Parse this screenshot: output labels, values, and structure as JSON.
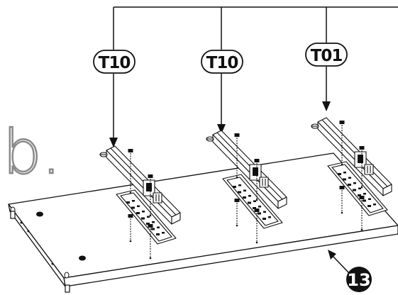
{
  "step": {
    "letter": "b."
  },
  "callouts": [
    {
      "label": "T10"
    },
    {
      "label": "T10"
    },
    {
      "label": "T01"
    }
  ],
  "part": {
    "number": "13"
  }
}
